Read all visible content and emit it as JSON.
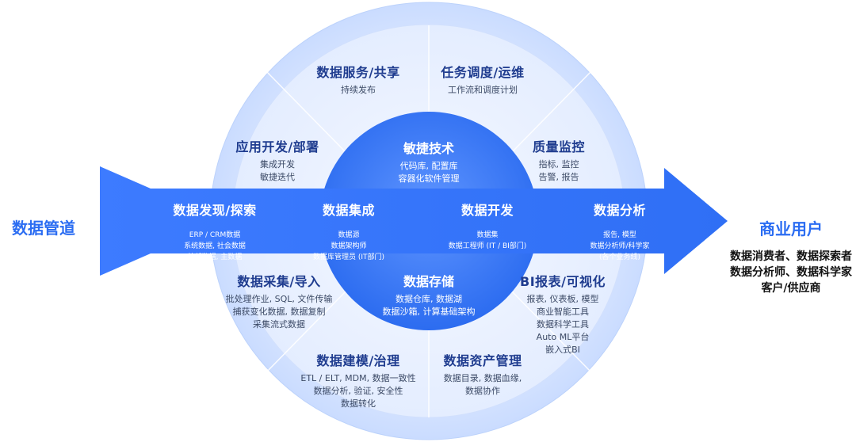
{
  "left_label": "数据管道",
  "right": {
    "title": "商业用户",
    "lines": [
      "数据消费者、数据探索者",
      "数据分析师、数据科学家",
      "客户/供应商"
    ]
  },
  "core_top": {
    "title": "敏捷技术",
    "lines": [
      "代码库, 配置库",
      "容器化软件管理"
    ]
  },
  "core_bottom": {
    "title": "数据存储",
    "lines": [
      "数据仓库, 数据湖",
      "数据沙箱, 计算基础架构"
    ]
  },
  "band": [
    {
      "title": "数据发现/探索",
      "lines": [
        "ERP / CRM数据",
        "系统数据, 社会数据",
        "外部数据, 主数据"
      ]
    },
    {
      "title": "数据集成",
      "lines": [
        "数据源",
        "数据架构师",
        "数据库管理员 (IT部门)"
      ]
    },
    {
      "title": "数据开发",
      "lines": [
        "数据集",
        "数据工程师 (IT / BI部门)"
      ]
    },
    {
      "title": "数据分析",
      "lines": [
        "报告, 模型",
        "数据分析师/科学家",
        "(各个业务线)"
      ]
    }
  ],
  "segments": {
    "service": {
      "title": "数据服务/共享",
      "lines": [
        "持续发布"
      ]
    },
    "schedule": {
      "title": "任务调度/运维",
      "lines": [
        "工作流和调度计划"
      ]
    },
    "app": {
      "title": "应用开发/部署",
      "lines": [
        "集成开发",
        "敏捷迭代"
      ]
    },
    "quality": {
      "title": "质量监控",
      "lines": [
        "指标, 监控",
        "告警, 报告"
      ]
    },
    "collect": {
      "title": "数据采集/导入",
      "lines": [
        "批处理作业, SQL, 文件传输",
        "捕获变化数据, 数据复制",
        "采集流式数据"
      ]
    },
    "bi": {
      "title": "BI报表/可视化",
      "lines": [
        "报表, 仪表板, 模型",
        "商业智能工具",
        "数据科学工具",
        "Auto ML平台",
        "嵌入式BI"
      ]
    },
    "model": {
      "title": "数据建模/治理",
      "lines": [
        "ETL / ELT, MDM, 数据一致性",
        "数据分析, 验证, 安全性",
        "数据转化"
      ]
    },
    "asset": {
      "title": "数据资产管理",
      "lines": [
        "数据目录, 数据血缘,",
        "数据协作"
      ]
    }
  }
}
